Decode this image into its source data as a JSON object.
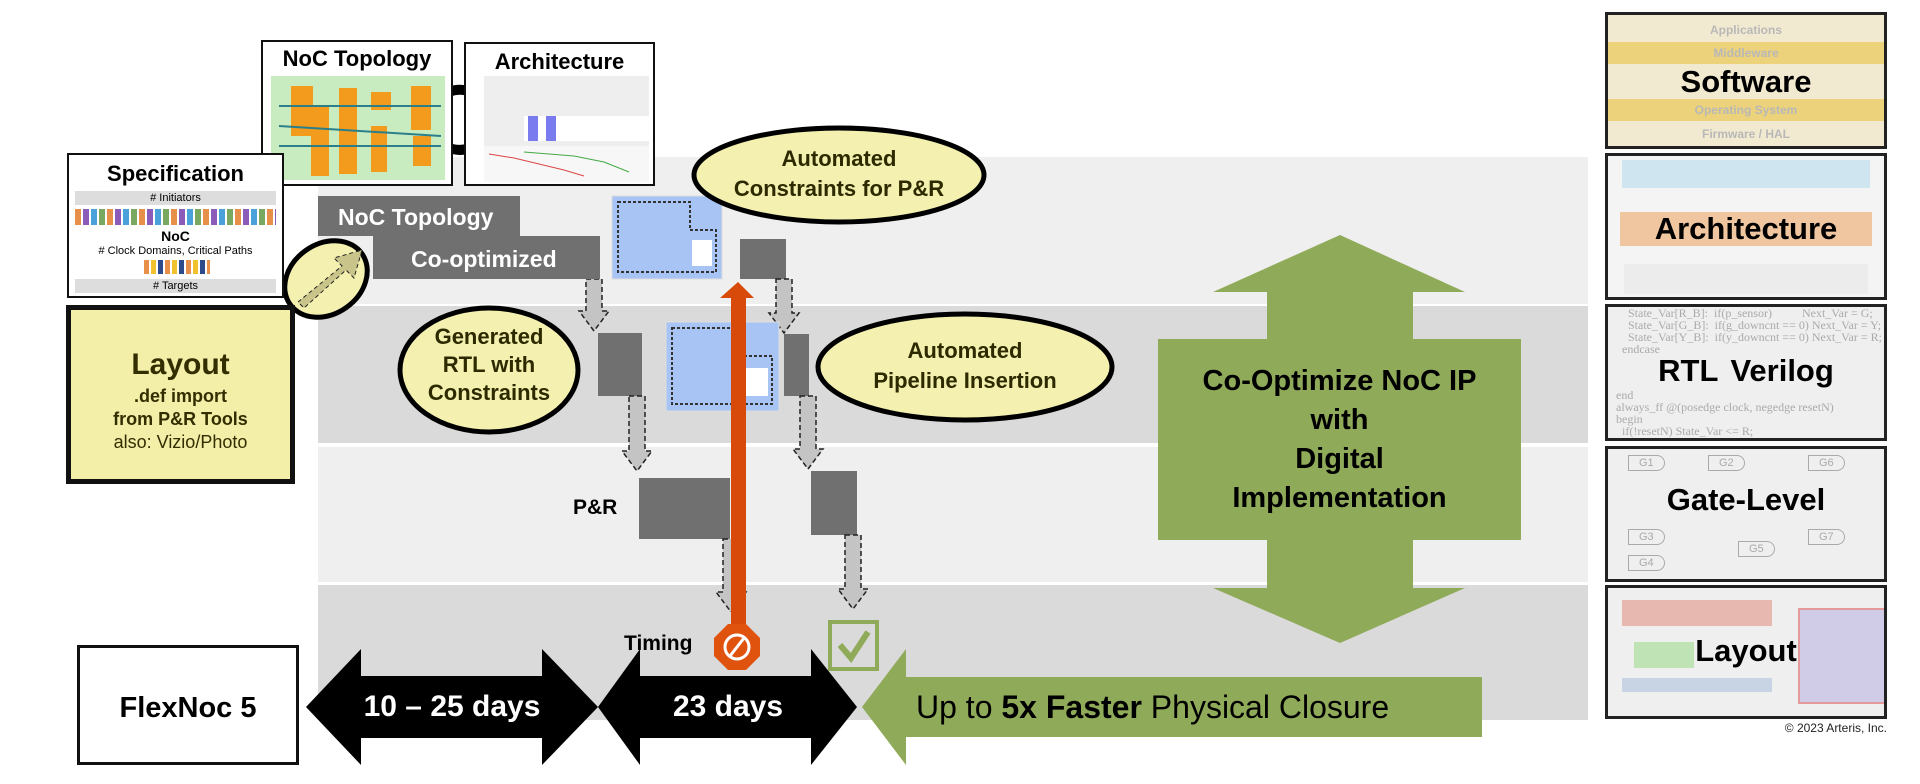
{
  "colors": {
    "band_light": "#efefef",
    "band_dark": "#dadada",
    "gray_block": "#707070",
    "green": "#8faa58",
    "yellow_bubble": "#f3f0b0",
    "orange": "#d84a0a",
    "black": "#000000"
  },
  "top_cards": {
    "noc_topology": {
      "title": "NoC Topology"
    },
    "architecture": {
      "title": "Architecture"
    },
    "cycle_icon": "circular-arrow-icon"
  },
  "specification": {
    "title": "Specification",
    "initiators": "# Initiators",
    "noc": "NoC",
    "clock_domains": "# Clock Domains, Critical Paths",
    "targets": "# Targets"
  },
  "layout_card": {
    "title": "Layout",
    "line1": ".def import",
    "line2": "from P&R Tools",
    "line3": "also: Vizio/Photo"
  },
  "flow": {
    "noc_topology": "NoC Topology",
    "co_optimized": "Co-optimized",
    "generated_rtl": [
      "Generated",
      "RTL with",
      "Constraints"
    ],
    "automated_constraints": [
      "Automated",
      "Constraints for P&R"
    ],
    "automated_pipeline": [
      "Automated",
      "Pipeline Insertion"
    ],
    "pr_label": "P&R",
    "timing_label": "Timing",
    "timing_icon": "stop-sign-icon",
    "check_icon": "checkbox-checked-icon"
  },
  "co_optimize": [
    "Co-Optimize NoC IP",
    "with",
    "Digital",
    "Implementation"
  ],
  "bottom": {
    "product": "FlexNoc 5",
    "duration_1": "10 – 25 days",
    "duration_2": "23 days",
    "claim_prefix": "Up to ",
    "claim_bold": "5x Faster",
    "claim_suffix": " Physical Closure"
  },
  "abstraction_stack": {
    "software": {
      "title": "Software",
      "layers": [
        "Applications",
        "Middleware",
        "",
        "Operating System",
        "Firmware / HAL"
      ]
    },
    "architecture": {
      "title": "Architecture"
    },
    "rtl": {
      "title_1": "RTL",
      "title_2": "Verilog",
      "code": [
        "    State_Var[R_B]:  if(p_sensor)          Next_Var = G;",
        "    State_Var[G_B]:  if(g_downcnt == 0) Next_Var = Y;",
        "    State_Var[Y_B]:  if(y_downcnt == 0) Next_Var = R;",
        "  endcase",
        "end",
        "always_ff @(posedge clock, negedge resetN)",
        "begin",
        "  if(!resetN) State_Var <= R;"
      ]
    },
    "gate_level": {
      "title": "Gate-Level",
      "gates": [
        "G1",
        "G2",
        "G3",
        "G4",
        "G5",
        "G6",
        "G7"
      ]
    },
    "layout": {
      "title": "Layout"
    }
  },
  "copyright": "© 2023 Arteris, Inc."
}
